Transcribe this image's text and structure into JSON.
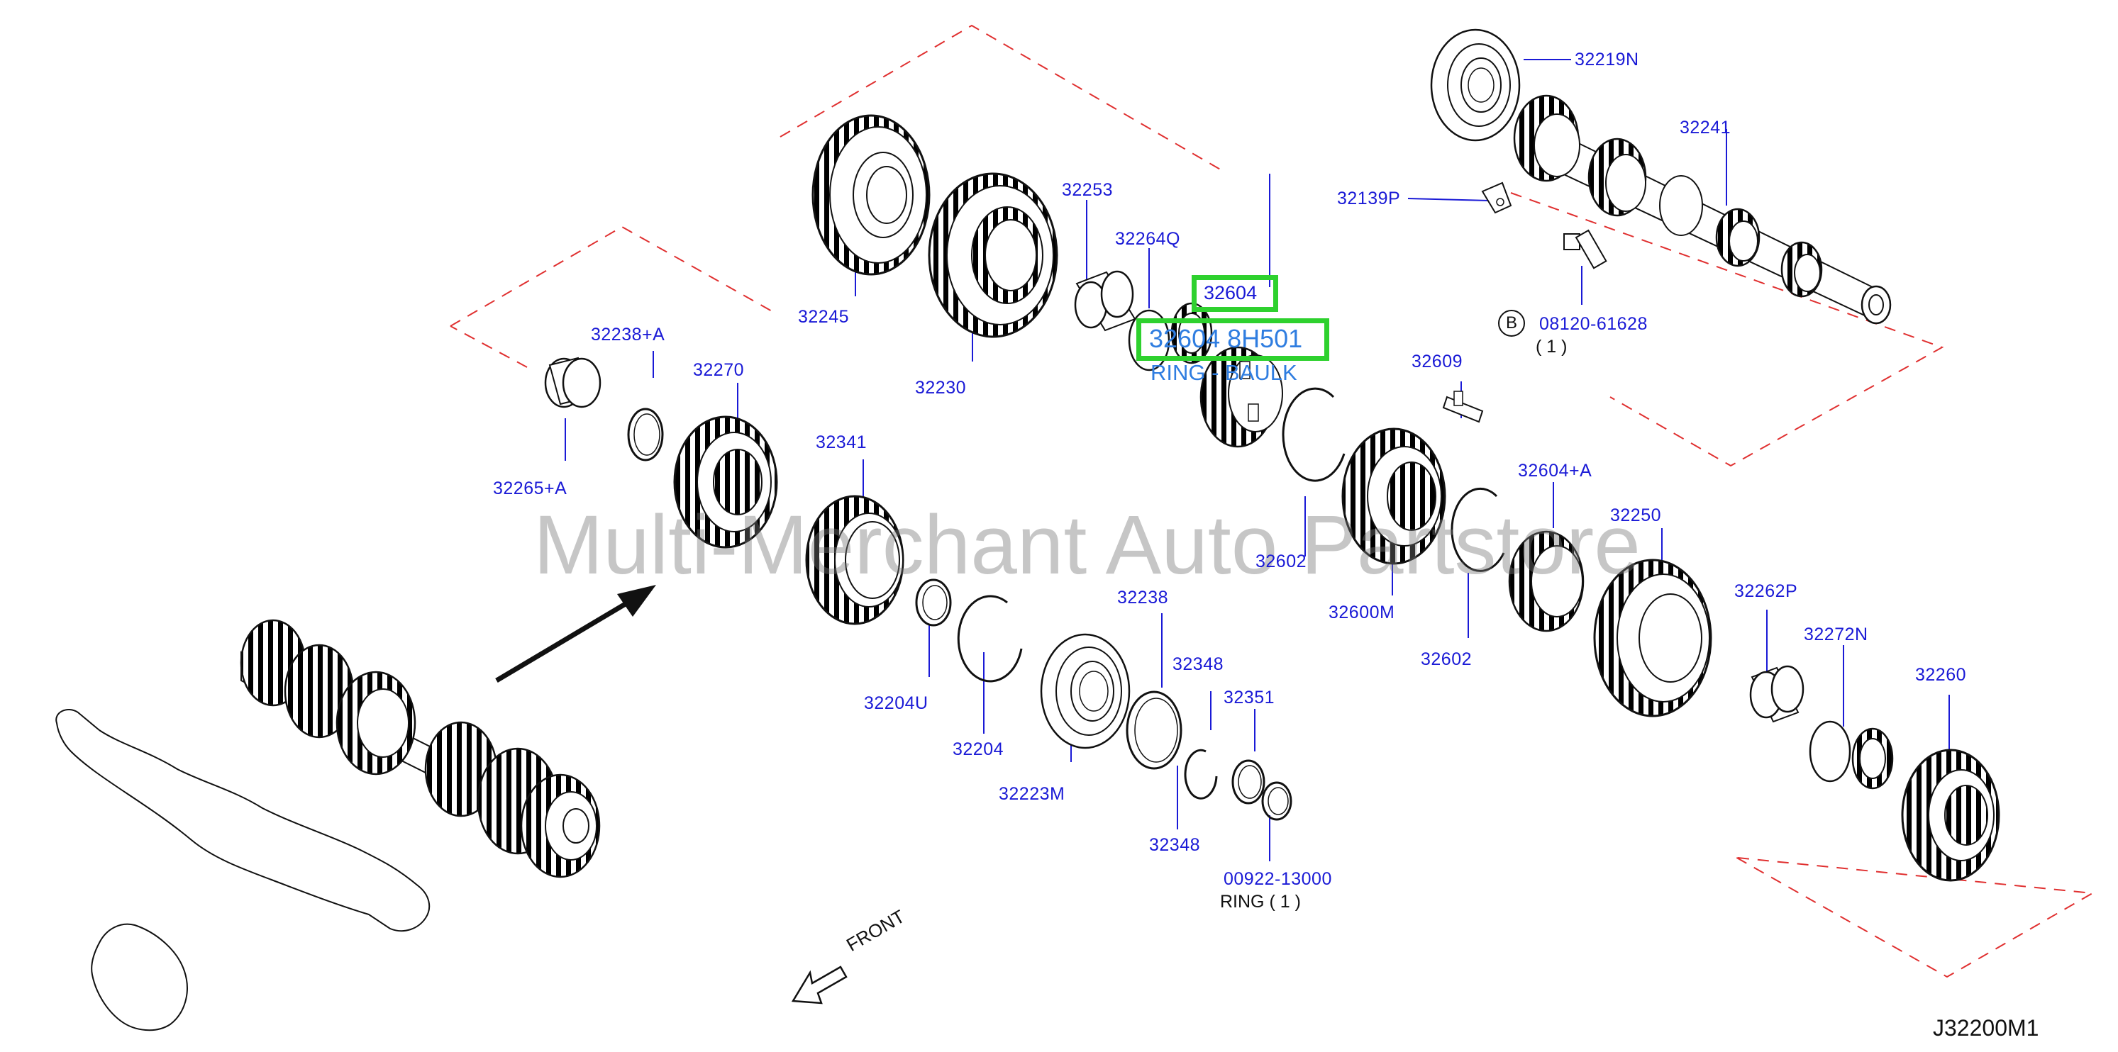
{
  "diagram": {
    "code": "J32200M1",
    "watermark": "Multi-Merchant Auto Partstore",
    "front_label": "FRONT",
    "bolt_circle_letter": "B",
    "highlight": {
      "ref": "32604",
      "part_number": "32604 8H501",
      "description": "RING - BAULK"
    },
    "labels": {
      "p32219N": "32219N",
      "p32241": "32241",
      "p32139P": "32139P",
      "p08120": "08120-61628",
      "p08120_qty": "( 1 )",
      "p32253": "32253",
      "p32264Q": "32264Q",
      "p32245": "32245",
      "p32230": "32230",
      "p32238A": "32238+A",
      "p32270": "32270",
      "p32265A": "32265+A",
      "p32341": "32341",
      "p32609": "32609",
      "p32604A": "32604+A",
      "p32250": "32250",
      "p32602a": "32602",
      "p32600M": "32600M",
      "p32602b": "32602",
      "p32262P": "32262P",
      "p32272N": "32272N",
      "p32260": "32260",
      "p32238": "32238",
      "p32348a": "32348",
      "p32351": "32351",
      "p32348b": "32348",
      "p32204U": "32204U",
      "p32204": "32204",
      "p32223M": "32223M",
      "p00922": "00922-13000",
      "p00922_desc": "RING ( 1 )"
    }
  }
}
